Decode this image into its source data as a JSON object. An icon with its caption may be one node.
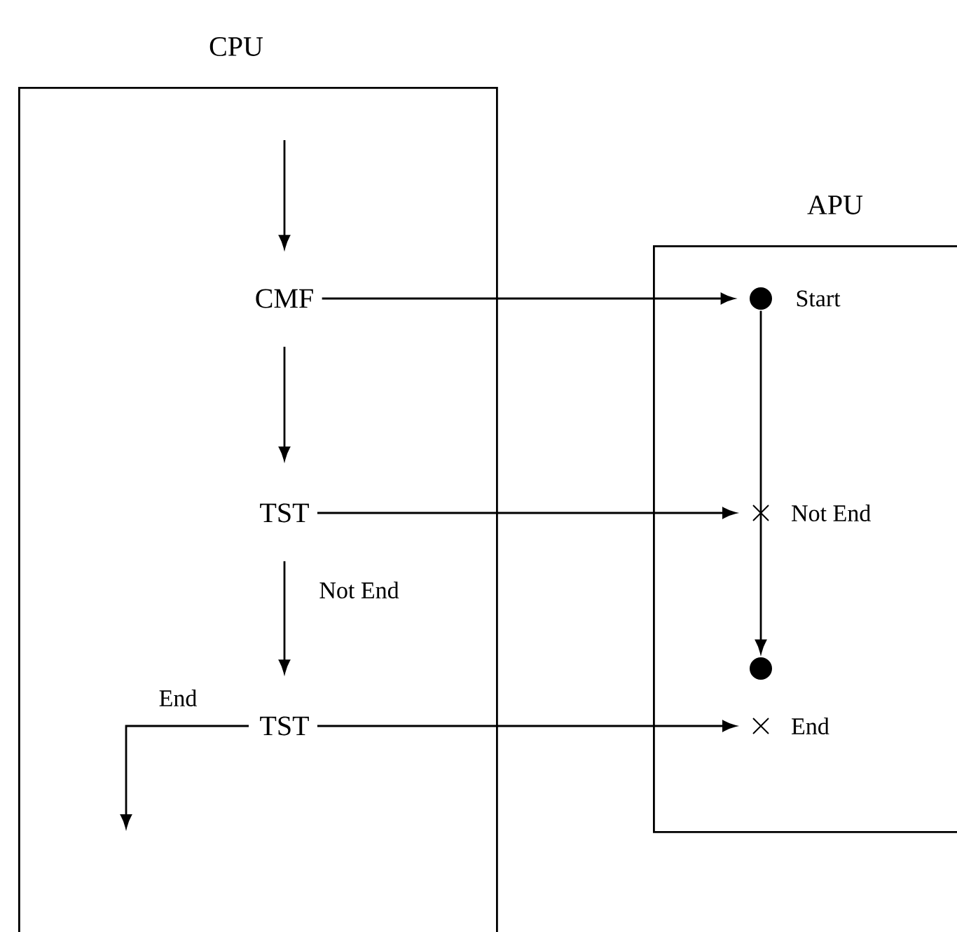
{
  "diagram": {
    "nodes": [
      {
        "text": [
          "CPU"
        ]
      },
      {
        "text": [
          "APU"
        ]
      },
      {
        "text": [
          "CMF"
        ],
        "in": 0
      },
      {
        "text": [
          "TST"
        ],
        "in": 0
      },
      {
        "text": [
          "TST"
        ],
        "in": 0
      },
      {
        "text": [],
        "shape": "circle",
        "in": 1,
        "beside": [
          "Start"
        ]
      },
      {
        "text": [],
        "shape": "cross",
        "in": 1,
        "beside": [
          "Not End"
        ]
      },
      {
        "text": [],
        "shape": "circle",
        "in": 1
      },
      {
        "text": [],
        "shape": "cross",
        "in": 1,
        "beside": [
          "End"
        ]
      }
    ],
    "edges": [
      {
        "from": null,
        "to": 2,
        "arrow": "to"
      },
      {
        "from": 2,
        "to": 3,
        "arrow": "to"
      },
      {
        "from": 3,
        "to": 4,
        "arrow": "to",
        "label": "Not End"
      },
      {
        "from": 4,
        "to": null,
        "arrow": "to",
        "label": "End"
      },
      {
        "from": 2,
        "to": 5,
        "arrow": "to"
      },
      {
        "from": 3,
        "to": 6,
        "arrow": "to"
      },
      {
        "from": 4,
        "to": 8,
        "arrow": "to"
      },
      {
        "from": 5,
        "to": 7,
        "arrow": "to"
      }
    ]
  }
}
